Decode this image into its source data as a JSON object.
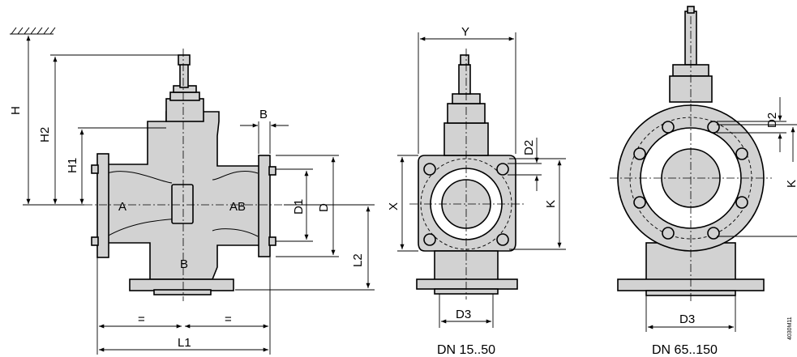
{
  "labels": {
    "H": "H",
    "H2": "H2",
    "H1": "H1",
    "B_top": "B",
    "A": "A",
    "AB": "AB",
    "B_bottom": "B",
    "D1": "D1",
    "D": "D",
    "L2": "L2",
    "eq_left": "=",
    "eq_right": "=",
    "L1": "L1",
    "Y": "Y",
    "D2_mid": "D2",
    "X": "X",
    "K_mid": "K",
    "D3_mid": "D3",
    "D2_right": "D2",
    "K_right": "K",
    "D3_right": "D3"
  },
  "captions": {
    "mid": "DN 15..50",
    "right": "DN 65..150"
  },
  "figure_code": "4030M11",
  "colors": {
    "line": "#000000",
    "fill": "#d2d2d2",
    "background": "#ffffff"
  }
}
